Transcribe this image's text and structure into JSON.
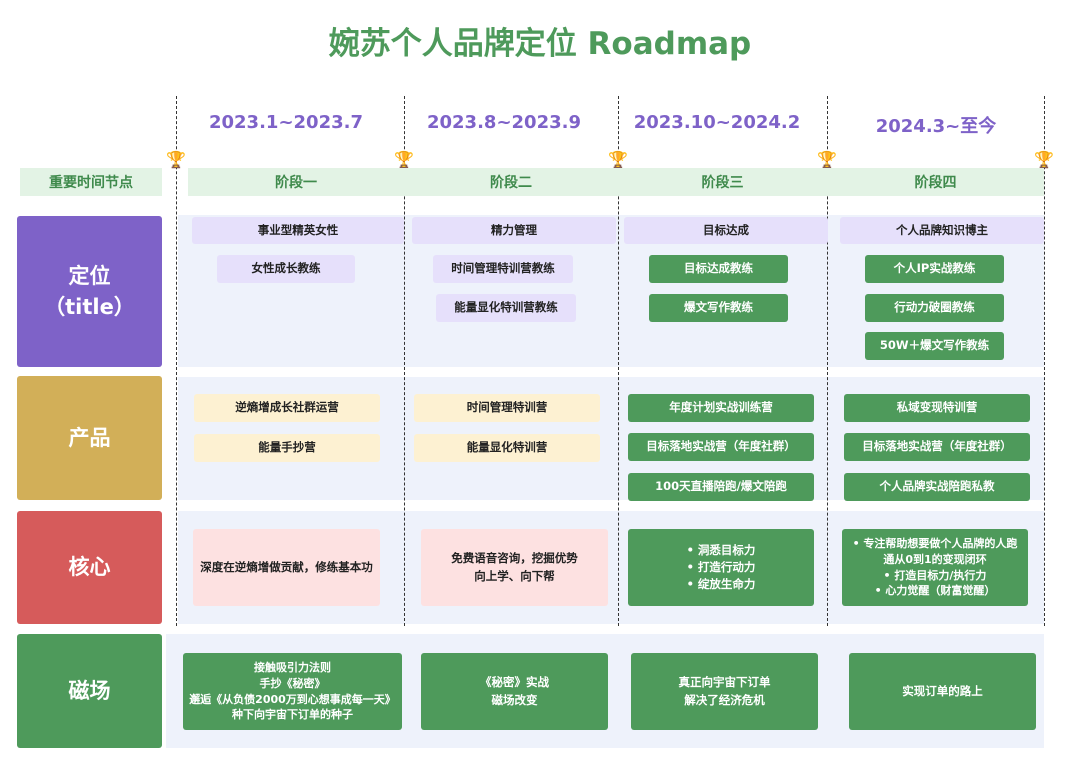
{
  "title": "婉苏个人品牌定位 Roadmap",
  "timeline_label": "重要时间节点",
  "trophy_icon": "🏆",
  "periods": [
    "2023.1~2023.7",
    "2023.8~2023.9",
    "2023.10~2024.2",
    "2024.3~至今"
  ],
  "stages": [
    "阶段一",
    "阶段二",
    "阶段三",
    "阶段四"
  ],
  "rows": {
    "positioning": {
      "label_main": "定位",
      "label_sub": "（title）"
    },
    "product": {
      "label": "产品"
    },
    "core": {
      "label": "核心"
    },
    "magnet": {
      "label": "磁场"
    }
  },
  "positioning": {
    "s1": [
      "事业型精英女性",
      "女性成长教练"
    ],
    "s2": [
      "精力管理",
      "时间管理特训营教练",
      "能量显化特训营教练"
    ],
    "s3": [
      "目标达成",
      "目标达成教练",
      "爆文写作教练"
    ],
    "s4": [
      "个人品牌知识博主",
      "个人IP实战教练",
      "行动力破圈教练",
      "50W＋爆文写作教练"
    ]
  },
  "product": {
    "s1": [
      "逆熵增成长社群运营",
      "能量手抄营"
    ],
    "s2": [
      "时间管理特训营",
      "能量显化特训营"
    ],
    "s3": [
      "年度计划实战训练营",
      "目标落地实战营（年度社群）",
      "100天直播陪跑/爆文陪跑"
    ],
    "s4": [
      "私域变现特训营",
      "目标落地实战营（年度社群）",
      "个人品牌实战陪跑私教"
    ]
  },
  "core": {
    "s1": [
      "深度在逆熵增做贡献，修练基本功"
    ],
    "s2": [
      "免费语音咨询，挖掘优势",
      "向上学、向下帮"
    ],
    "s3": [
      "•  洞悉目标力",
      "•  打造行动力",
      "•  绽放生命力"
    ],
    "s4": [
      "•  专注帮助想要做个人品牌的人跑",
      "通从0到1的变现闭环",
      "•  打造目标力/执行力",
      "•  心力觉醒（财富觉醒）"
    ]
  },
  "magnet": {
    "s1": [
      "接触吸引力法则",
      "手抄《秘密》",
      "邂逅《从负债2000万到心想事成每一天》",
      "种下向宇宙下订单的种子"
    ],
    "s2": [
      "《秘密》实战",
      "磁场改变"
    ],
    "s3": [
      "真正向宇宙下订单",
      "解决了经济危机"
    ],
    "s4": [
      "实现订单的路上"
    ]
  },
  "colors": {
    "title": "#4e9a5b",
    "date": "#7e62c8",
    "positioning_label": "#7e62c8",
    "product_label": "#d2af58",
    "core_label": "#d65b5b",
    "magnet_label": "#4e9a5b",
    "green_box": "#4e9a5b",
    "lavender_box": "#e6e0fb",
    "yellow_box": "#fdf1d2",
    "pink_box": "#fde1e1"
  }
}
